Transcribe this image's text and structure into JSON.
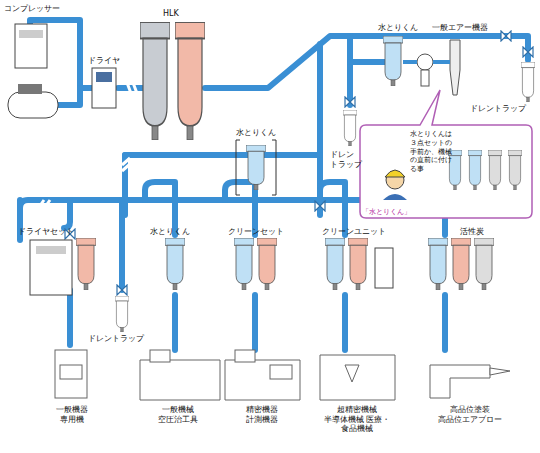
{
  "diagram": {
    "nodes": [
      {
        "text": [
          "水とりくんは３点セットの手前か、機械の直前に付ける事",
          "「水とりくん」"
        ]
      }
    ],
    "labels": [
      "コンプレッサー",
      "ドライヤ",
      "HLK",
      "水とりくん",
      "一般エアー機器",
      "ドレントラップ",
      "ドレン トラップ",
      "水とりくん",
      "ドライヤセット",
      "水とりくん",
      "クリーンセット",
      "クリーンユニット",
      "活性炭",
      "ドレントラップ",
      "一般機器 専用機",
      "一般機械 空圧治工具",
      "精密機器 計測機器",
      "超精密機械 半導体機械 医療・食品機械",
      "高品位塗装 高品位エアブロー"
    ]
  }
}
